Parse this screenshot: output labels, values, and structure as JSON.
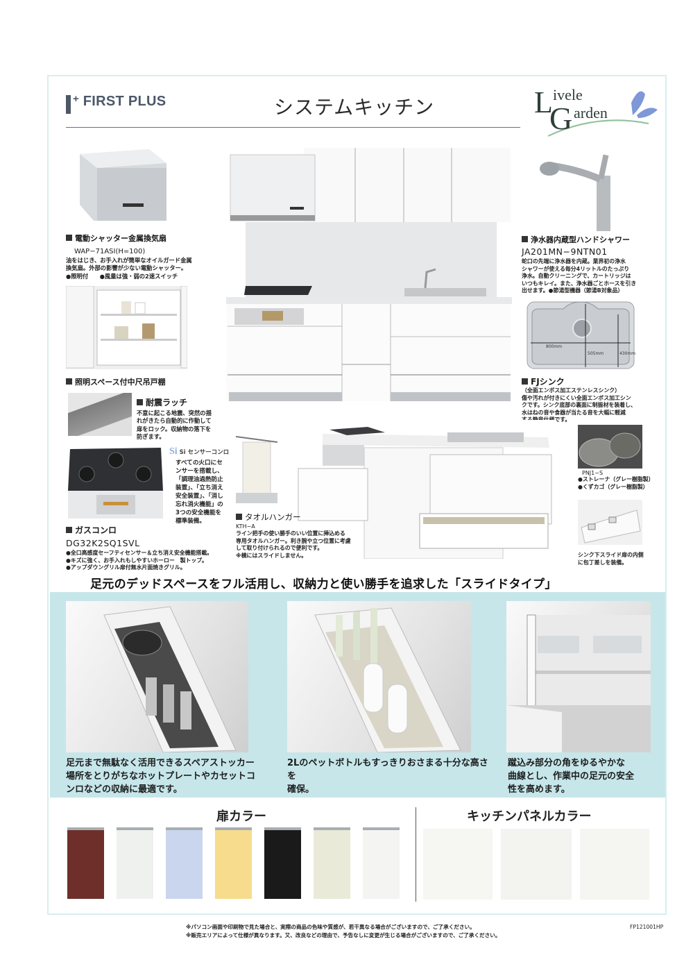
{
  "header": {
    "brand_logo": "FIRST PLUS",
    "brand_plus": "+",
    "title": "システムキッチン",
    "partner_logo": {
      "L": "L",
      "G": "G",
      "line1": "ivele",
      "line2": "arden"
    }
  },
  "features": {
    "range_hood": {
      "title": "電動シャッター金属換気扇",
      "model": "WAP−71ASI(H=100)",
      "body": [
        "油をはじき、お手入れが簡単なオイルガード金属",
        "換気扇。外部の影響が少ない電動シャッター。",
        "●照明付　　●風量は強・弱の2速スイッチ"
      ]
    },
    "wall_cabinet": {
      "title": "照明スペース付中尺吊戸棚"
    },
    "quake_latch": {
      "title": "耐震ラッチ",
      "body": [
        "不意に起こる地震、突然の揺",
        "れがきたら自動的に作動して",
        "扉をロック。収納物の落下を",
        "防ぎます。"
      ]
    },
    "gas_stove": {
      "badge": "Si センサーコンロ",
      "side_text": [
        "すべての火口にセ",
        "ンサーを搭載し、",
        "「調理油過熱防止",
        "装置」、「立ち消え",
        "安全装置」、「消し",
        "忘れ消火機能」の",
        "3つの安全機能を",
        "標準装備。"
      ],
      "title": "ガスコンロ",
      "model": "DG32K2SQ1SVL",
      "body": [
        "●全口高感度セーフティセンサー＆立ち消え安全機能搭載。",
        "●キズに強く、お手入れもしやすいホーロー　製トップ。",
        "●アップダウングリル扉付無水片面焼きグリル。"
      ]
    },
    "towel_hanger": {
      "title": "タオルハンガー",
      "model": "KTH−A",
      "body": [
        "ライン把手の使い勝手のいい位置に挿込める",
        "専用タオルハンガー。利き腕や立つ位置に考慮",
        "して取り付けられるので便利です。",
        "※横にはスライドしません。"
      ]
    },
    "faucet": {
      "title": "浄水器内蔵型ハンドシャワー",
      "model": "JA201MN−9NTN01",
      "body": [
        "蛇口の先端に浄水器を内蔵。業界初の浄水",
        "シャワーが使える毎分4リットルのたっぷり",
        "浄水。自動クリーニングで、カートリッジは",
        "いつもキレイ。また、浄水器ごとホースを引き",
        "出せます。●節湯型機器（節湯B対象品）"
      ]
    },
    "sink": {
      "dimensions": {
        "width": "800mm",
        "depth": "505mm",
        "depth_inner": "430mm"
      },
      "title": "FJシンク",
      "subtitle": "（全面エンボス加工ステンレスシンク）",
      "body": [
        "傷や汚れが付きにくい全面エンボス加工シン",
        "クです。シンク底部の裏面に制振材を装着し、",
        "水はねの音や食器が当たる音を大幅に軽減",
        "する静音仕様です。"
      ]
    },
    "strainer": {
      "model": "PNJ1−S",
      "body": [
        "●ストレーナ（グレー樹脂製）",
        "●くずカゴ（グレー樹脂製）"
      ]
    },
    "knife_rack": {
      "body": [
        "シンク下スライド扉の内側",
        "に包丁差しを装備。"
      ]
    }
  },
  "slide_section": {
    "headline": "足元のデッドスペースをフル活用し、収納力と使い勝手を追求した「スライドタイプ」",
    "items": [
      {
        "text": [
          "足元まで無駄なく活用できるスペアストッカー",
          "場所をとりがちなホットプレートやカセットコ",
          "ンロなどの収納に最適です。"
        ]
      },
      {
        "text": [
          "2Lのペットボトルもすっきりおさまる十分な高さを",
          "確保。"
        ]
      },
      {
        "text": [
          "蹴込み部分の角をゆるやかな",
          "曲線とし、作業中の足元の安全",
          "性を高めます。"
        ]
      }
    ]
  },
  "colors": {
    "door_title": "扉カラー",
    "panel_title": "キッチンパネルカラー",
    "door_swatches": [
      "#6e2f2a",
      "#eef1ee",
      "#c9d6ee",
      "#f6dc8c",
      "#1a1a1a",
      "#e9ead8",
      "#f4f4f2"
    ],
    "panel_swatches": [
      "#f6f6f2",
      "#f3f3f0",
      "#f5f5f1"
    ]
  },
  "footer": {
    "notes": [
      "※パソコン画面や印刷物で見た場合と、実際の商品の色味や質感が、若干異なる場合がございますので、ご了承ください。",
      "※販売エリアによって仕様が異なります。又、改良などの理由で、予告なしに変更が生じる場合がございますので、ご了承ください。"
    ],
    "code": "FP121001HP"
  },
  "theme": {
    "teal_bg": "#c6e6ea",
    "logo_color": "#4c5868"
  }
}
